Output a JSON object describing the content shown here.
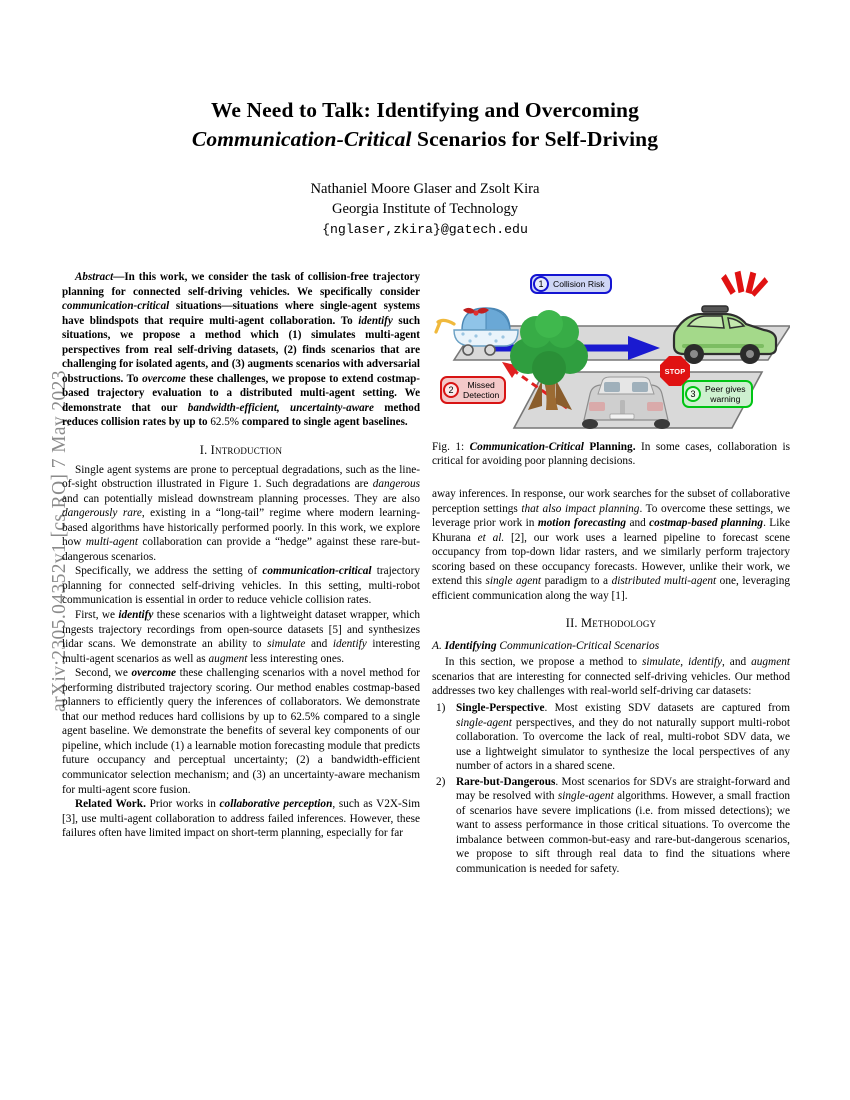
{
  "arxiv_stamp": "arXiv:2305.04352v1  [cs.RO]  7 May 2023",
  "title": {
    "line1": "We Need to Talk: Identifying and Overcoming",
    "line2_italic": "Communication-Critical",
    "line2_rest": " Scenarios for Self-Driving"
  },
  "authors": "Nathaniel Moore Glaser and Zsolt Kira",
  "affiliation": "Georgia Institute of Technology",
  "email": "{nglaser,zkira}@gatech.edu",
  "abstract": {
    "lead": "Abstract",
    "dash": "—",
    "text_1": "In this work, we consider the task of collision-free trajectory planning for connected self-driving vehicles. We specifically consider ",
    "it_1": "communication-critical",
    "text_2": " situations—situations where single-agent systems have blindspots that require multi-agent collaboration. To ",
    "it_2": "identify",
    "text_3": " such situations, we propose a method which (1) simulates multi-agent perspectives from real self-driving datasets, (2) finds scenarios that are challenging for isolated agents, and (3) augments scenarios with adversarial obstructions. To ",
    "it_3": "overcome",
    "text_4": " these challenges, we propose to extend costmap-based trajectory evaluation to a distributed multi-agent setting. We demonstrate that our ",
    "it_4": "bandwidth-efficient, uncertainty-aware",
    "text_5": " method reduces collision rates by up to ",
    "value": "62.5%",
    "text_6": " compared to single agent baselines."
  },
  "sections": {
    "intro": "I.  Introduction",
    "methodology": "II.  Methodology",
    "subsec_a_prefix": "A. ",
    "subsec_a_bold": "Identifying",
    "subsec_a_rest": " Communication-Critical Scenarios"
  },
  "intro_paragraphs": {
    "p1_a": "Single agent systems are prone to perceptual degradations, such as the line-of-sight obstruction illustrated in Figure 1. Such degradations are ",
    "p1_i1": "dangerous",
    "p1_b": " and can potentially mislead downstream planning processes. They are also ",
    "p1_i2": "dangerously rare",
    "p1_c": ", existing in a “long-tail” regime where modern learning-based algorithms have historically performed poorly. In this work, we explore how ",
    "p1_i3": "multi-agent",
    "p1_d": " collaboration can provide a “hedge” against these rare-but-dangerous scenarios.",
    "p2_a": "Specifically, we address the setting of ",
    "p2_bi": "communication-critical",
    "p2_b": " trajectory planning for connected self-driving vehicles. In this setting, multi-robot communication is essential in order to reduce vehicle collision rates.",
    "p3_a": "First, we ",
    "p3_bi": "identify",
    "p3_b": " these scenarios with a lightweight dataset wrapper, which ingests trajectory recordings from open-source datasets [5] and synthesizes lidar scans. We demonstrate an ability to ",
    "p3_i1": "simulate",
    "p3_c": " and ",
    "p3_i2": "identify",
    "p3_d": " interesting multi-agent scenarios as well as ",
    "p3_i3": "augment",
    "p3_e": " less interesting ones.",
    "p4_a": "Second, we ",
    "p4_bi": "overcome",
    "p4_b": " these challenging scenarios with a novel method for performing distributed trajectory scoring. Our method enables costmap-based planners to efficiently query the inferences of collaborators. We demonstrate that our method reduces hard collisions by up to ",
    "p4_value": "62.5%",
    "p4_c": " compared to a single agent baseline. We demonstrate the benefits of several key components of our pipeline, which include (1) a learnable motion forecasting module that predicts future occupancy and perceptual uncertainty; (2) a bandwidth-efficient communicator selection mechanism; and (3) an uncertainty-aware mechanism for multi-agent score fusion.",
    "p5_bold": "Related Work.",
    "p5_a": " Prior works in ",
    "p5_bi": "collaborative perception",
    "p5_b": ", such as V2X-Sim [3], use multi-agent collaboration to address failed inferences. However, these failures often have limited impact on short-term planning, especially for far"
  },
  "right_paragraphs": {
    "p1_a": "away inferences. In response, our work searches for the subset of collaborative perception settings ",
    "p1_i1": "that also impact planning",
    "p1_b": ". To overcome these settings, we leverage prior work in ",
    "p1_bi1": "motion forecasting",
    "p1_c": " and ",
    "p1_bi2": "costmap-based planning",
    "p1_d": ". Like Khurana ",
    "p1_i2": "et al.",
    "p1_e": " [2], our work uses a learned pipeline to forecast scene occupancy from top-down lidar rasters, and we similarly perform trajectory scoring based on these occupancy forecasts. However, unlike their work, we extend this ",
    "p1_i3": "single agent",
    "p1_f": " paradigm to a ",
    "p1_i4": "distributed multi-agent",
    "p1_g": " one, leveraging efficient communication along the way [1].",
    "p2_a": "In this section, we propose a method to ",
    "p2_i1": "simulate",
    "p2_b": ", ",
    "p2_i2": "identify",
    "p2_c": ", and ",
    "p2_i3": "augment",
    "p2_d": " scenarios that are interesting for connected self-driving vehicles. Our method addresses two key challenges with real-world self-driving car datasets:"
  },
  "numbered_list": [
    {
      "marker": "1)",
      "bold": "Single-Perspective",
      "text_a": ". Most existing SDV datasets are captured from ",
      "ital": "single-agent",
      "text_b": " perspectives, and they do not naturally support multi-robot collaboration. To overcome the lack of real, multi-robot SDV data, we use a lightweight simulator to synthesize the local perspectives of any number of actors in a shared scene."
    },
    {
      "marker": "2)",
      "bold": "Rare-but-Dangerous",
      "text_a": ". Most scenarios for SDVs are straight-forward and may be resolved with ",
      "ital": "single-agent",
      "text_b": " algorithms. However, a small fraction of scenarios have severe implications (i.e. from missed detections); we want to assess performance in those critical situations. To overcome the imbalance between common-but-easy and rare-but-dangerous scenarios, we propose to sift through real data to find the situations where communication is needed for safety."
    }
  ],
  "figure": {
    "badges": [
      {
        "number": "1",
        "label": "Collision Risk",
        "color": "#1414d2"
      },
      {
        "number": "2",
        "label": "Missed\nDetection",
        "color": "#d81414"
      },
      {
        "number": "3",
        "label": "Peer gives\nwarning",
        "color": "#00c414"
      }
    ],
    "stop_sign_label": "STOP",
    "caption_prefix": "Fig. 1: ",
    "caption_bold_italic": "Communication-Critical",
    "caption_bold": " Planning.",
    "caption_rest": " In some cases, collaboration is critical for avoiding poor planning decisions."
  }
}
